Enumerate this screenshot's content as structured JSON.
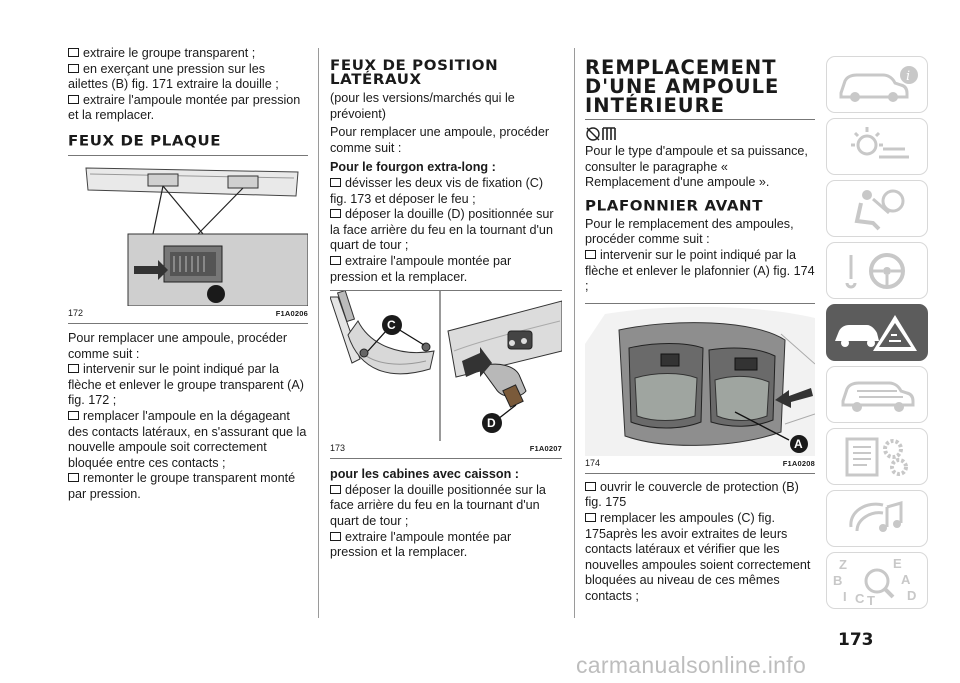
{
  "col1": {
    "bullets_top": [
      "extraire le groupe transparent ;",
      "en exerçant une pression sur les ailettes (B) fig. 171 extraire la douille ;",
      "extraire l'ampoule montée par pression et la remplacer."
    ],
    "heading": "FEUX DE PLAQUE",
    "figure": {
      "number": "172",
      "code": "F1A0206",
      "callout": "A"
    },
    "intro": "Pour remplacer une ampoule, procéder comme suit :",
    "bullets": [
      "intervenir sur le point indiqué par la flèche et enlever le groupe transparent (A) fig. 172 ;",
      "remplacer l'ampoule en la dégageant des contacts latéraux, en s'assurant que la nouvelle ampoule soit correctement bloquée entre ces contacts ;",
      "remonter le groupe transparent monté par pression."
    ]
  },
  "col2": {
    "heading_line1": "FEUX DE POSITION",
    "heading_line2": "LATÉRAUX",
    "sub": "(pour les versions/marchés qui le prévoient)",
    "intro": "Pour remplacer une ampoule, procéder comme suit :",
    "sub1": "Pour le fourgon extra-long :",
    "bullets1": [
      "dévisser les deux vis de fixation (C) fig. 173 et déposer le feu ;",
      "déposer la douille (D) positionnée sur la face arrière du feu en la tournant d'un quart de tour ;",
      "extraire l'ampoule montée par pression et la remplacer."
    ],
    "figure": {
      "number": "173",
      "code": "F1A0207",
      "callout_c": "C",
      "callout_d": "D"
    },
    "sub2": "pour les cabines avec caisson :",
    "bullets2": [
      "déposer la douille positionnée sur la face arrière du feu en la tournant d'un quart de tour ;",
      "extraire l'ampoule montée par pression et la remplacer."
    ]
  },
  "col3": {
    "heading_line1": "REMPLACEMENT",
    "heading_line2": "D'UNE AMPOULE",
    "heading_line3": "INTÉRIEURE",
    "intro": "Pour le type d'ampoule et sa puissance, consulter le paragraphe « Remplacement d'une ampoule ».",
    "heading2": "PLAFONNIER AVANT",
    "intro2": "Pour le remplacement des ampoules, procéder comme suit :",
    "bullets1": [
      "intervenir sur le point indiqué par la flèche et enlever le plafonnier (A) fig. 174 ;"
    ],
    "figure": {
      "number": "174",
      "code": "F1A0208",
      "callout": "A"
    },
    "bullets2": [
      "ouvrir le couvercle de protection (B) fig. 175",
      "remplacer les ampoules (C) fig. 175après les avoir extraites de leurs contacts latéraux et vérifier que les nouvelles ampoules soient correctement bloquées au niveau de ces mêmes contacts ;"
    ]
  },
  "sidebar": {
    "tabs": [
      "car-info-icon",
      "warning-lights-icon",
      "airbag-seat-icon",
      "key-steering-icon",
      "emergency-icon",
      "maintenance-car-icon",
      "technical-data-icon",
      "multimedia-icon",
      "index-icon"
    ],
    "active_index": 4,
    "index_letters": [
      "Z",
      "E",
      "B",
      "A",
      "I",
      "C",
      "T",
      "D"
    ]
  },
  "page_number": "173",
  "watermark": "carmanualsonline.info"
}
